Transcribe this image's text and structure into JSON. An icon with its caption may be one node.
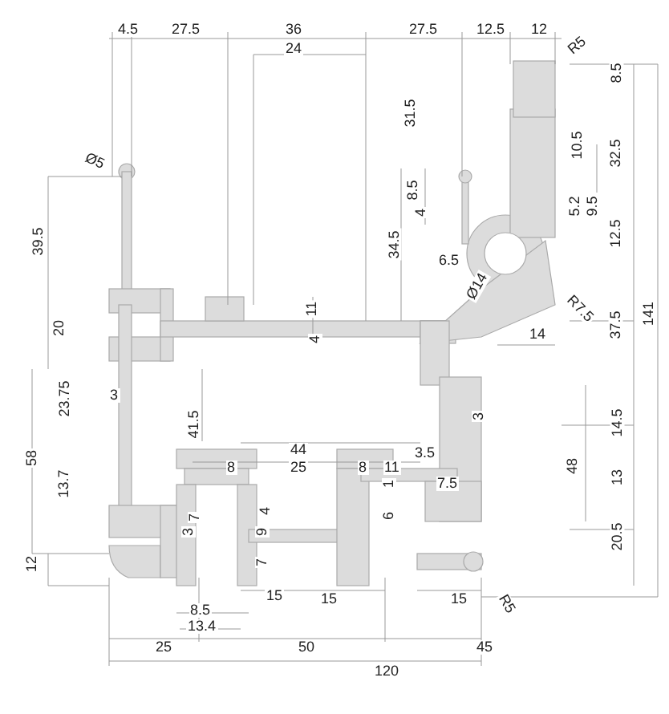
{
  "diagram": {
    "labels": [
      "4.5",
      "27.5",
      "36",
      "27.5",
      "12.5",
      "12",
      "R5",
      "24",
      "8.5",
      "31.5",
      "Ø5",
      "10.5",
      "32.5",
      "39.5",
      "8.5",
      "4",
      "34.5",
      "5.2",
      "9.5",
      "12.5",
      "6.5",
      "Ø14",
      "R7.5",
      "11",
      "20",
      "4",
      "14",
      "37.5",
      "141",
      "3",
      "23.75",
      "3",
      "14.5",
      "58",
      "41.5",
      "48",
      "13.7",
      "44",
      "8",
      "25",
      "8",
      "11",
      "3.5",
      "1",
      "7.5",
      "13",
      "4",
      "7",
      "3",
      "9",
      "6",
      "20.5",
      "12",
      "7",
      "R5",
      "15",
      "15",
      "15",
      "8.5",
      "13.4",
      "25",
      "50",
      "45",
      "120"
    ]
  }
}
